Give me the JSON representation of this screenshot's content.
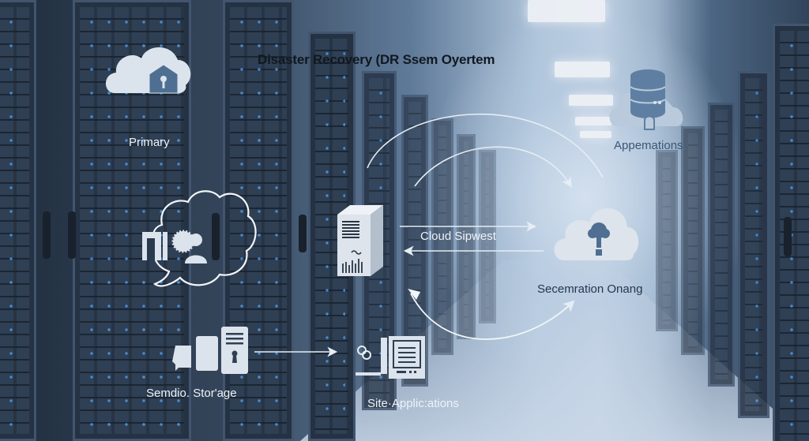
{
  "diagram": {
    "title": "Disaster Recovery (DR Ssem Oyertem",
    "nodes": [
      {
        "id": "primary",
        "label": "Primary",
        "icon": "cloud-home-lock-icon"
      },
      {
        "id": "appemations",
        "label": "Appemations",
        "icon": "cloud-database-icon"
      },
      {
        "id": "people-process",
        "label": "",
        "icon": "cloud-outline-user-gear-icon"
      },
      {
        "id": "server",
        "label": "",
        "icon": "server-tower-icon"
      },
      {
        "id": "secemration",
        "label": "Secemration Onang",
        "icon": "cloud-keyhole-icon"
      },
      {
        "id": "storage",
        "label": "Semdio. Stor'age",
        "icon": "storage-server-icon"
      },
      {
        "id": "site-apps",
        "label": "Site·Applic:ations",
        "icon": "computer-applications-icon"
      }
    ],
    "edges": [
      {
        "from": "server",
        "to": "secemration",
        "label": "Cloud Sipwest",
        "direction": "bidirectional"
      },
      {
        "from": "server",
        "to": "secemration",
        "label": "",
        "style": "curved-arc"
      },
      {
        "from": "server",
        "to": "appemations",
        "label": "",
        "style": "curved-arc"
      },
      {
        "from": "secemration",
        "to": "server",
        "label": "",
        "style": "curved-arc-bidirectional"
      },
      {
        "from": "storage",
        "to": "site-apps",
        "label": "",
        "direction": "forward"
      }
    ]
  },
  "colors": {
    "icon_fill": "#dbe3ec",
    "icon_accent": "#4e6e92",
    "title_text": "#101820",
    "light_label": "#eef3f8",
    "dark_label": "#23374f"
  }
}
